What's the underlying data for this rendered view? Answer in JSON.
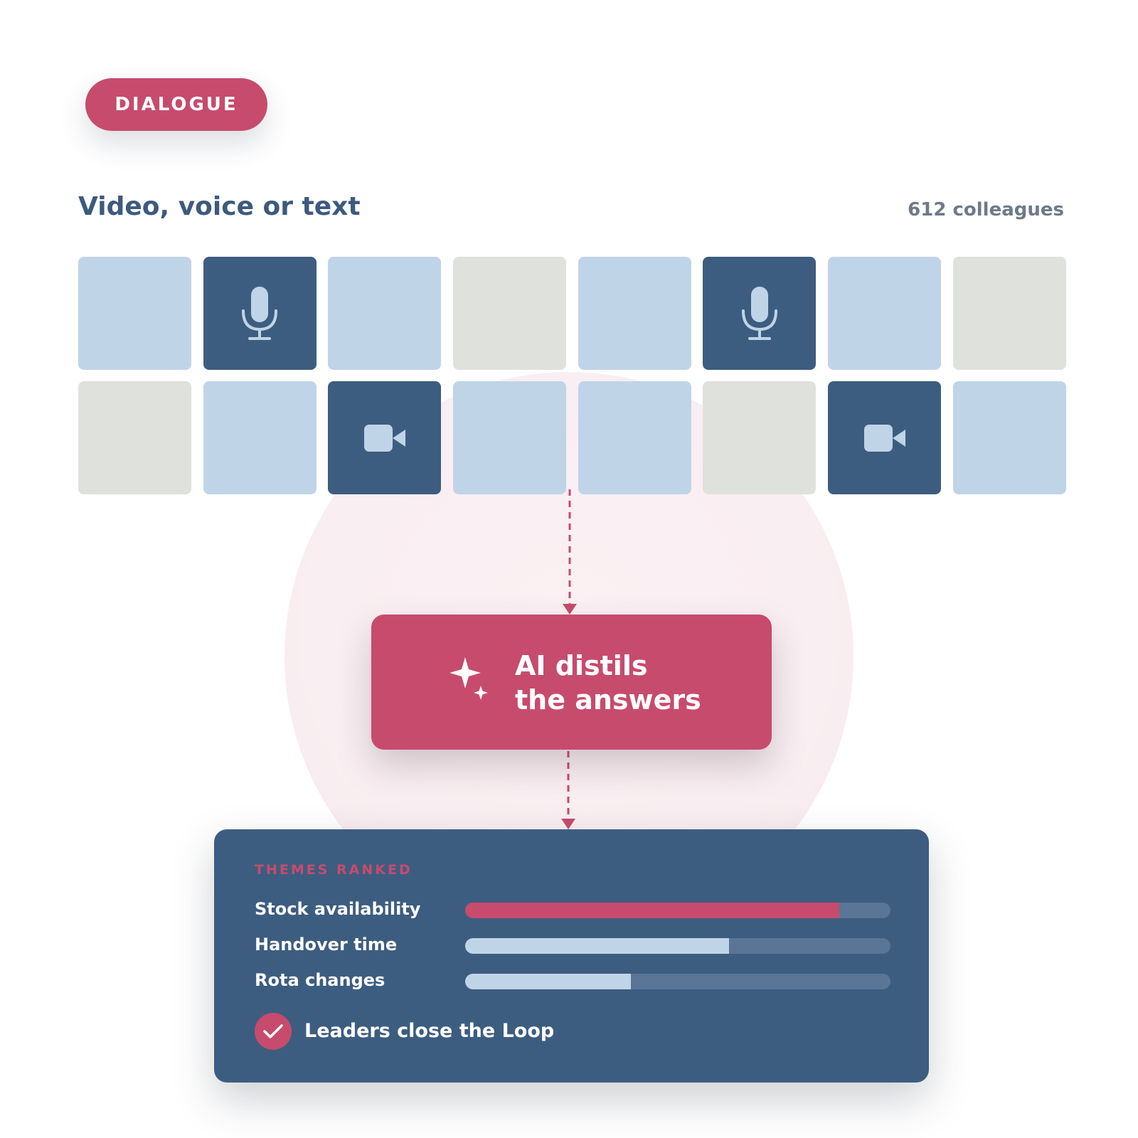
{
  "badge": {
    "label": "DIALOGUE"
  },
  "section": {
    "title": "Video, voice or text",
    "count": "612 colleagues"
  },
  "tiles": {
    "row1": [
      {
        "kind": "text"
      },
      {
        "kind": "voice",
        "icon": "microphone-icon"
      },
      {
        "kind": "text"
      },
      {
        "kind": "neutral"
      },
      {
        "kind": "text"
      },
      {
        "kind": "voice",
        "icon": "microphone-icon"
      },
      {
        "kind": "text"
      },
      {
        "kind": "neutral"
      }
    ],
    "row2": [
      {
        "kind": "neutral"
      },
      {
        "kind": "text"
      },
      {
        "kind": "video",
        "icon": "video-camera-icon"
      },
      {
        "kind": "text"
      },
      {
        "kind": "text"
      },
      {
        "kind": "neutral"
      },
      {
        "kind": "video",
        "icon": "video-camera-icon"
      },
      {
        "kind": "text"
      }
    ]
  },
  "ai_step": {
    "text": "AI distils\nthe answers",
    "icon": "sparkle-icon"
  },
  "themes": {
    "heading": "THEMES RANKED",
    "items": [
      {
        "label": "Stock availability",
        "value": 0.88,
        "color": "#c74b6d"
      },
      {
        "label": "Handover time",
        "value": 0.62,
        "color": "#bfd4e7"
      },
      {
        "label": "Rota changes",
        "value": 0.39,
        "color": "#bfd4e7"
      }
    ],
    "outcome": {
      "label": "Leaders close the Loop",
      "icon": "check-icon"
    }
  },
  "colors": {
    "accent": "#c74b6d",
    "navy": "#3d5d80",
    "tile_light": "#bfd4e7",
    "tile_grey": "#dfe2dc"
  }
}
